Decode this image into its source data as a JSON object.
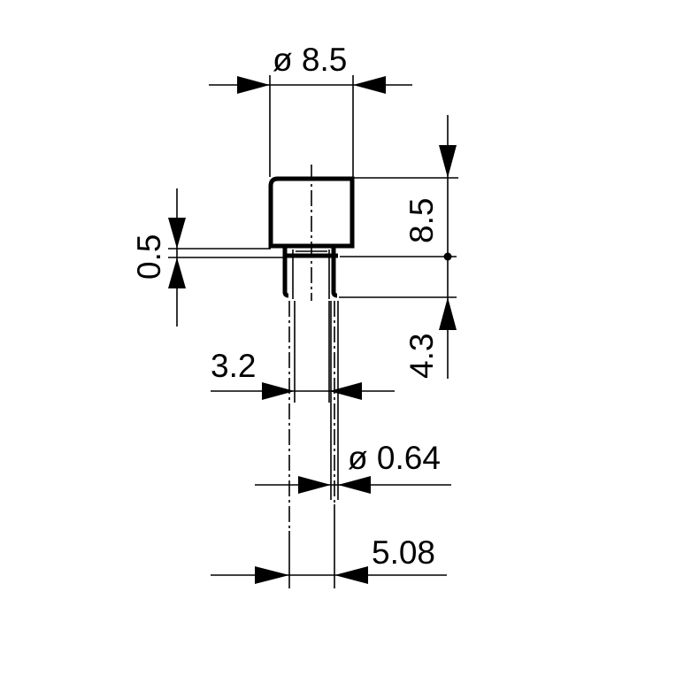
{
  "drawing": {
    "title": "Radial component dimension drawing",
    "units": "mm",
    "colors": {
      "line": "#000000",
      "background": "#ffffff"
    },
    "dimensions": {
      "body_diameter": {
        "label": "ø 8.5",
        "value": 8.5,
        "type": "diameter"
      },
      "body_height": {
        "label": "8.5",
        "value": 8.5,
        "orientation": "vertical"
      },
      "standoff": {
        "label": "0.5",
        "value": 0.5,
        "orientation": "vertical"
      },
      "lead_length": {
        "label": "4.3",
        "value": 4.3,
        "orientation": "vertical"
      },
      "lead_offset": {
        "label": "3.2",
        "value": 3.2,
        "orientation": "horizontal"
      },
      "lead_diameter": {
        "label": "ø 0.64",
        "value": 0.64,
        "type": "diameter"
      },
      "lead_spacing": {
        "label": "5.08",
        "value": 5.08,
        "orientation": "horizontal"
      }
    }
  }
}
